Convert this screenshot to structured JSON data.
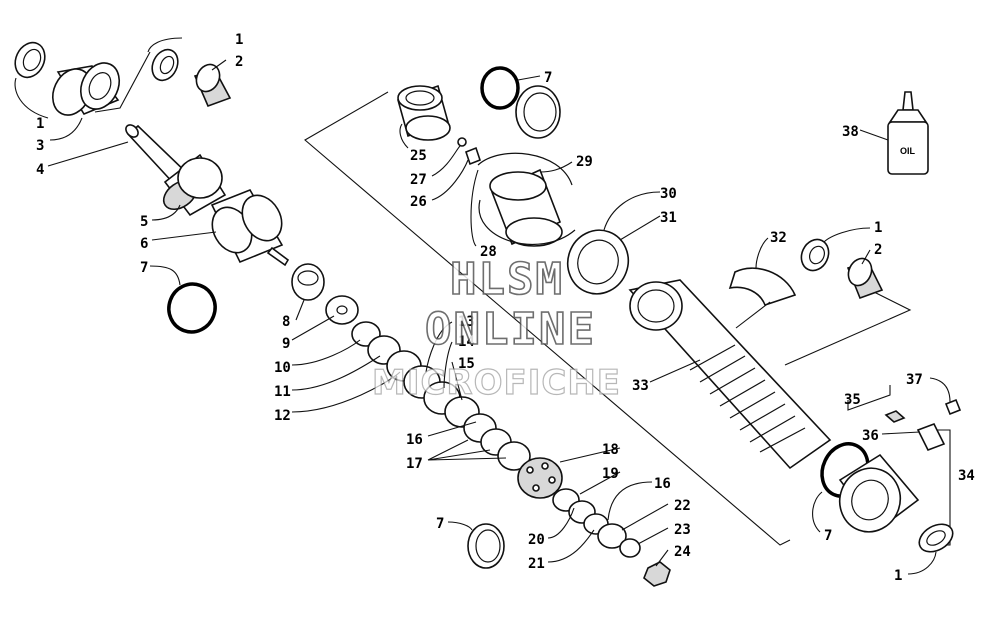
{
  "watermark": {
    "line1": "HLSM",
    "line2": "ONLINE",
    "line3": "MICROFICHE"
  },
  "oil_bottle_text": "OIL",
  "callouts": [
    {
      "id": "c-1a",
      "text": "1"
    },
    {
      "id": "c-2a",
      "text": "2"
    },
    {
      "id": "c-1b",
      "text": "1"
    },
    {
      "id": "c-3",
      "text": "3"
    },
    {
      "id": "c-4",
      "text": "4"
    },
    {
      "id": "c-5",
      "text": "5"
    },
    {
      "id": "c-6",
      "text": "6"
    },
    {
      "id": "c-7a",
      "text": "7"
    },
    {
      "id": "c-8",
      "text": "8"
    },
    {
      "id": "c-9",
      "text": "9"
    },
    {
      "id": "c-10",
      "text": "10"
    },
    {
      "id": "c-11",
      "text": "11"
    },
    {
      "id": "c-12",
      "text": "12"
    },
    {
      "id": "c-13",
      "text": "13"
    },
    {
      "id": "c-14",
      "text": "14"
    },
    {
      "id": "c-15",
      "text": "15"
    },
    {
      "id": "c-16a",
      "text": "16"
    },
    {
      "id": "c-17",
      "text": "17"
    },
    {
      "id": "c-18",
      "text": "18"
    },
    {
      "id": "c-19",
      "text": "19"
    },
    {
      "id": "c-16b",
      "text": "16"
    },
    {
      "id": "c-22",
      "text": "22"
    },
    {
      "id": "c-23",
      "text": "23"
    },
    {
      "id": "c-24",
      "text": "24"
    },
    {
      "id": "c-20",
      "text": "20"
    },
    {
      "id": "c-21",
      "text": "21"
    },
    {
      "id": "c-7b",
      "text": "7"
    },
    {
      "id": "c-7c",
      "text": "7"
    },
    {
      "id": "c-25",
      "text": "25"
    },
    {
      "id": "c-27",
      "text": "27"
    },
    {
      "id": "c-26",
      "text": "26"
    },
    {
      "id": "c-29",
      "text": "29"
    },
    {
      "id": "c-28",
      "text": "28"
    },
    {
      "id": "c-30",
      "text": "30"
    },
    {
      "id": "c-31",
      "text": "31"
    },
    {
      "id": "c-32",
      "text": "32"
    },
    {
      "id": "c-33",
      "text": "33"
    },
    {
      "id": "c-1c",
      "text": "1"
    },
    {
      "id": "c-2b",
      "text": "2"
    },
    {
      "id": "c-38",
      "text": "38"
    },
    {
      "id": "c-35",
      "text": "35"
    },
    {
      "id": "c-37",
      "text": "37"
    },
    {
      "id": "c-36",
      "text": "36"
    },
    {
      "id": "c-34",
      "text": "34"
    },
    {
      "id": "c-7d",
      "text": "7"
    },
    {
      "id": "c-1d",
      "text": "1"
    }
  ]
}
